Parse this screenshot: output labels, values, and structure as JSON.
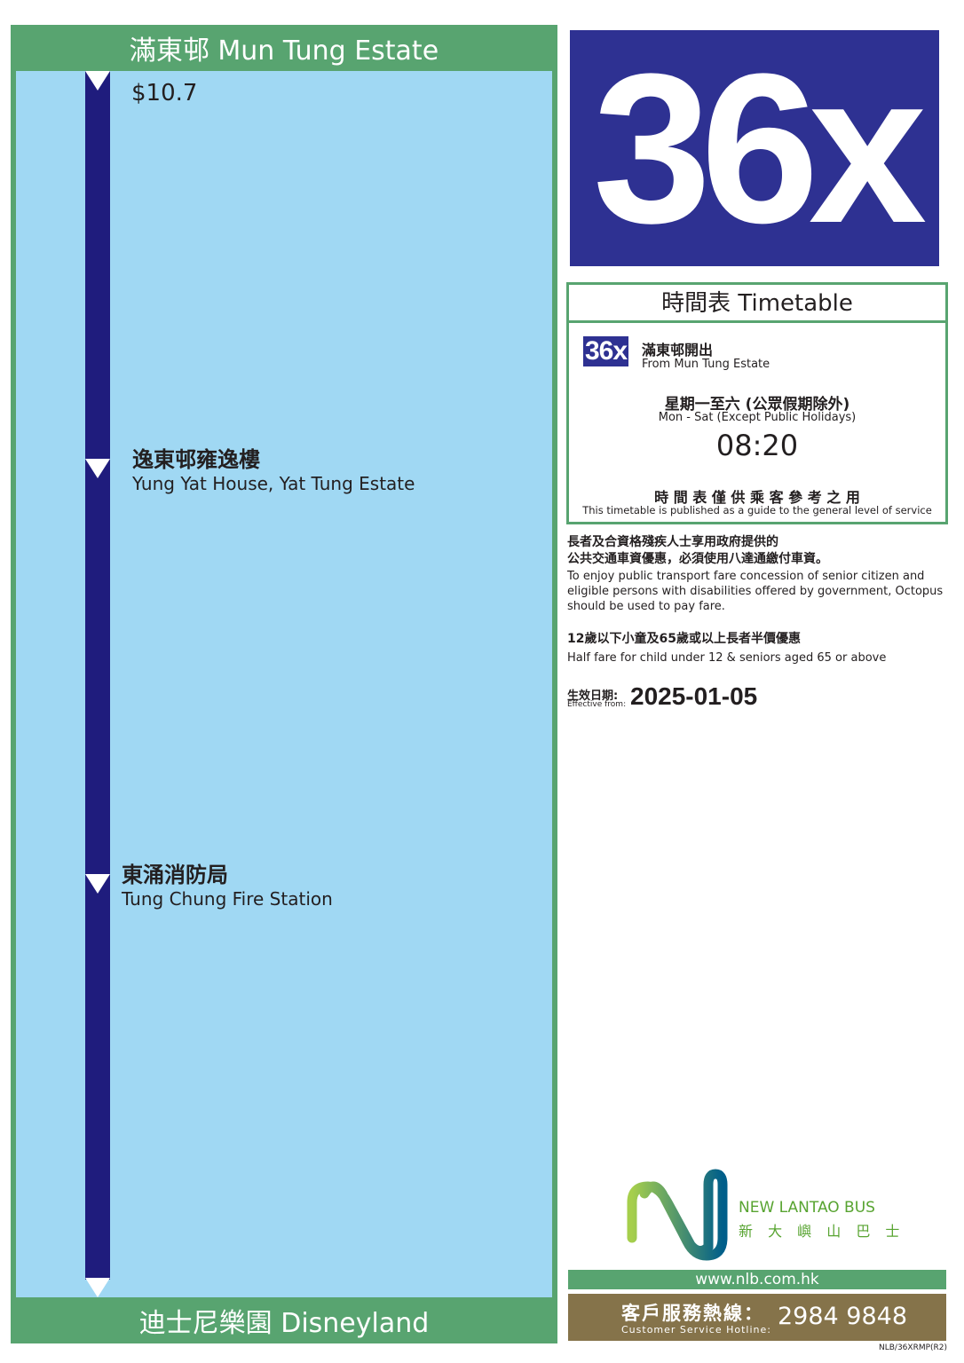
{
  "route": {
    "number": "36x",
    "origin": "滿東邨 Mun Tung Estate",
    "destination": "迪士尼樂園 Disneyland",
    "fare": "$10.7",
    "stops": [
      {
        "zh": "逸東邨雍逸樓",
        "en": "Yung Yat House, Yat Tung Estate"
      },
      {
        "zh": "東涌消防局",
        "en": "Tung Chung Fire Station"
      }
    ]
  },
  "timetable": {
    "title": "時間表 Timetable",
    "badge": "36x",
    "from_zh": "滿東邨開出",
    "from_en": "From Mun Tung Estate",
    "days_zh": "星期一至六 (公眾假期除外)",
    "days_en": "Mon - Sat (Except Public Holidays)",
    "time": "08:20",
    "disclaimer_zh": "時 間 表 僅 供 乘 客 參 考 之 用",
    "disclaimer_en": "This timetable is published as a guide to the general level of service"
  },
  "notes": {
    "concession_zh1": "長者及合資格殘疾人士享用政府提供的",
    "concession_zh2": "公共交通車資優惠，必須使用八達通繳付車資。",
    "concession_en": "To enjoy public transport fare concession of senior citizen and eligible persons with disabilities offered by government, Octopus should be used to pay fare.",
    "half_zh": "12歲以下小童及65歲或以上長者半價優惠",
    "half_en": "Half fare for child under 12 & seniors aged 65 or above",
    "eff_zh": "生效日期:",
    "eff_en": "Effective from:",
    "eff_date": "2025-01-05"
  },
  "footer": {
    "brand_en": "NEW LANTAO BUS",
    "brand_zh": "新 大 嶼 山 巴 士",
    "website": "www.nlb.com.hk",
    "hotline_zh": "客戶服務熱線：",
    "hotline_en": "Customer Service Hotline:",
    "hotline": "2984 9848",
    "code": "NLB/36XRMP(R2)"
  }
}
